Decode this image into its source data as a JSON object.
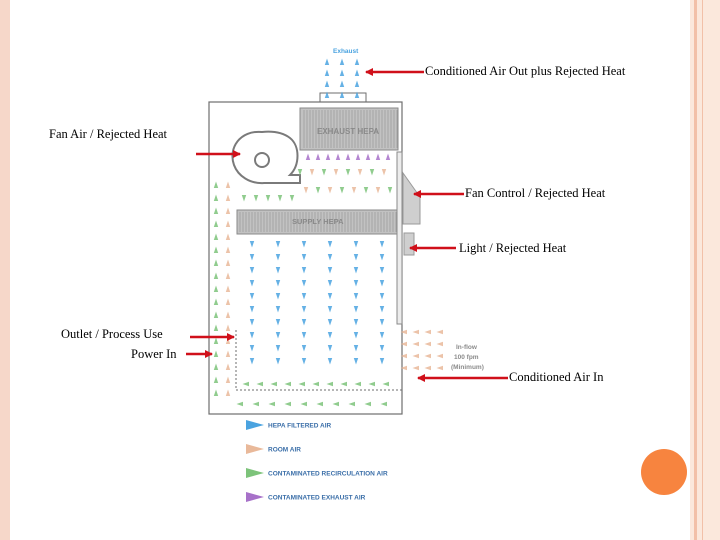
{
  "labels": {
    "conditioned_air_out": "Conditioned Air Out plus Rejected Heat",
    "fan_air": "Fan Air / Rejected Heat",
    "fan_control": "Fan Control / Rejected Heat",
    "light": "Light / Rejected Heat",
    "outlet": "Outlet / Process Use",
    "power_in": "Power In",
    "conditioned_air_in": "Conditioned Air In"
  },
  "diagram": {
    "exhaust_top": "Exhaust",
    "exhaust_hepa": "EXHAUST HEPA",
    "supply_hepa": "SUPPLY HEPA",
    "inflow_1": "In-flow",
    "inflow_2": "100 fpm",
    "inflow_3": "(Minimum)"
  },
  "legend": [
    {
      "label": "HEPA FILTERED AIR",
      "color": "#4aa3e0"
    },
    {
      "label": "ROOM AIR",
      "color": "#e9b99a"
    },
    {
      "label": "CONTAMINATED RECIRCULATION AIR",
      "color": "#7dc37a"
    },
    {
      "label": "CONTAMINATED EXHAUST AIR",
      "color": "#a771c9"
    }
  ],
  "colors": {
    "pointer_arrow": "#d0101a",
    "legend_text": "#3a6ea8",
    "cabinet_outline": "#6e6e6e",
    "filter_gray": "#b8b8b8"
  }
}
